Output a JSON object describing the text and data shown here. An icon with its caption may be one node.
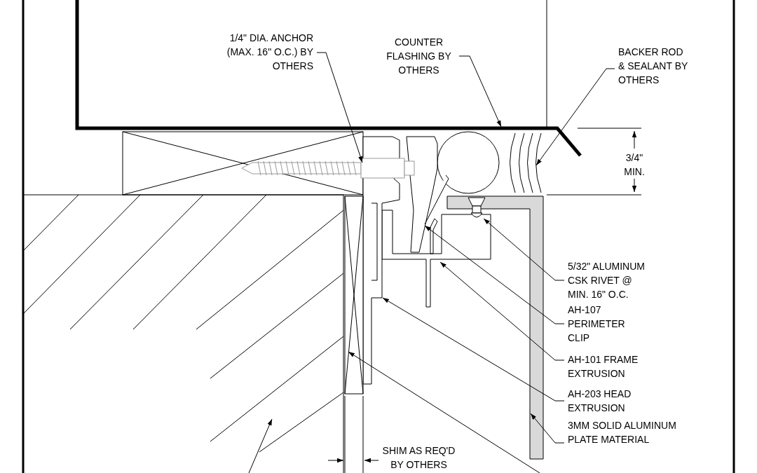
{
  "diagram": {
    "nodes": [
      {
        "text": [
          "1/4\" DIA. ANCHOR (MAX. 16\" O.C.) BY OTHERS"
        ]
      },
      {
        "text": [
          "COUNTER FLASHING BY OTHERS"
        ]
      },
      {
        "text": [
          "BACKER ROD & SEALANT BY OTHERS"
        ]
      },
      {
        "text": [
          "5/32\" ALUMINUM CSK RIVET @ MIN. 16\" O.C."
        ]
      },
      {
        "text": [
          "AH-107 PERIMETER CLIP"
        ]
      },
      {
        "text": [
          "AH-101 FRAME EXTRUSION"
        ]
      },
      {
        "text": [
          "AH-203 HEAD EXTRUSION"
        ]
      },
      {
        "text": [
          "3MM SOLID ALUMINUM PLATE MATERIAL"
        ]
      },
      {
        "text": [],
        "shape": "picture"
      },
      {
        "text": [],
        "shape": "picture"
      },
      {
        "text": [],
        "shape": "circle"
      },
      {
        "text": [],
        "shape": "picture",
        "in": 15
      },
      {
        "text": [],
        "shape": "picture"
      },
      {
        "text": [],
        "shape": "picture"
      },
      {
        "text": [],
        "shape": "picture"
      },
      {
        "text": [],
        "shape": "bar"
      },
      {
        "text": [],
        "shape": "box"
      },
      {
        "text": [],
        "shape": "box"
      }
    ],
    "edges": [
      {
        "from": 0,
        "to": 8,
        "arrow": "to"
      },
      {
        "from": 1,
        "to": 9,
        "arrow": "to"
      },
      {
        "from": 2,
        "to": 10,
        "arrow": "to"
      },
      {
        "from": 3,
        "to": 11,
        "arrow": "to"
      },
      {
        "from": 4,
        "to": 12,
        "arrow": "to"
      },
      {
        "from": 5,
        "to": 13,
        "arrow": "to"
      },
      {
        "from": 6,
        "to": 14,
        "arrow": "to"
      },
      {
        "from": 7,
        "to": 15,
        "arrow": "to"
      },
      {
        "from": null,
        "to": 17,
        "arrow": "to"
      },
      {
        "from": null,
        "to": 16,
        "arrow": "to"
      }
    ],
    "labels": [
      "SHIM AS REQ'D BY OTHERS",
      "3/4\" MIN."
    ]
  }
}
